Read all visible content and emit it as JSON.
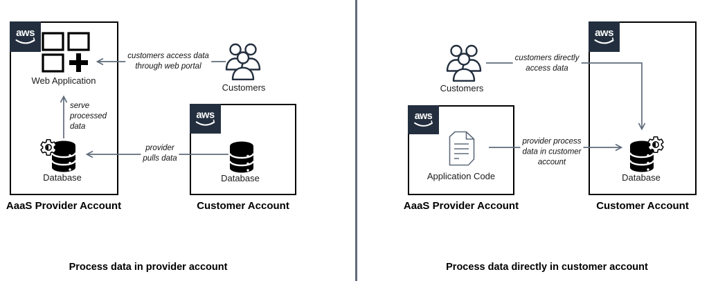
{
  "aws_logo_text": "aws",
  "left_diagram": {
    "caption": "Process data in provider account",
    "provider_box_label": "AaaS Provider Account",
    "customer_box_label": "Customer Account",
    "web_application_label": "Web Application",
    "provider_database_label": "Database",
    "customer_database_label": "Database",
    "customers_label": "Customers",
    "arrow_access_label": "customers access data\nthrough web portal",
    "arrow_serve_label": "serve\nprocessed\ndata",
    "arrow_pull_label": "provider\npulls data"
  },
  "right_diagram": {
    "caption": "Process data directly in customer account",
    "provider_box_label": "AaaS Provider Account",
    "customer_box_label": "Customer Account",
    "application_code_label": "Application Code",
    "customer_database_label": "Database",
    "customers_label": "Customers",
    "arrow_direct_label": "customers directly\naccess data",
    "arrow_process_label": "provider process\ndata in customer\naccount"
  },
  "colors": {
    "aws_badge_background": "#232F3E",
    "arrow_gray": "#5F6B7A",
    "divider_gray": "#5F6B7A",
    "box_border": "#000000",
    "icon_black": "#000000"
  },
  "icons": [
    "aws-logo-icon",
    "web-application-icon",
    "database-gear-icon",
    "database-icon",
    "customers-icon",
    "application-code-icon"
  ]
}
